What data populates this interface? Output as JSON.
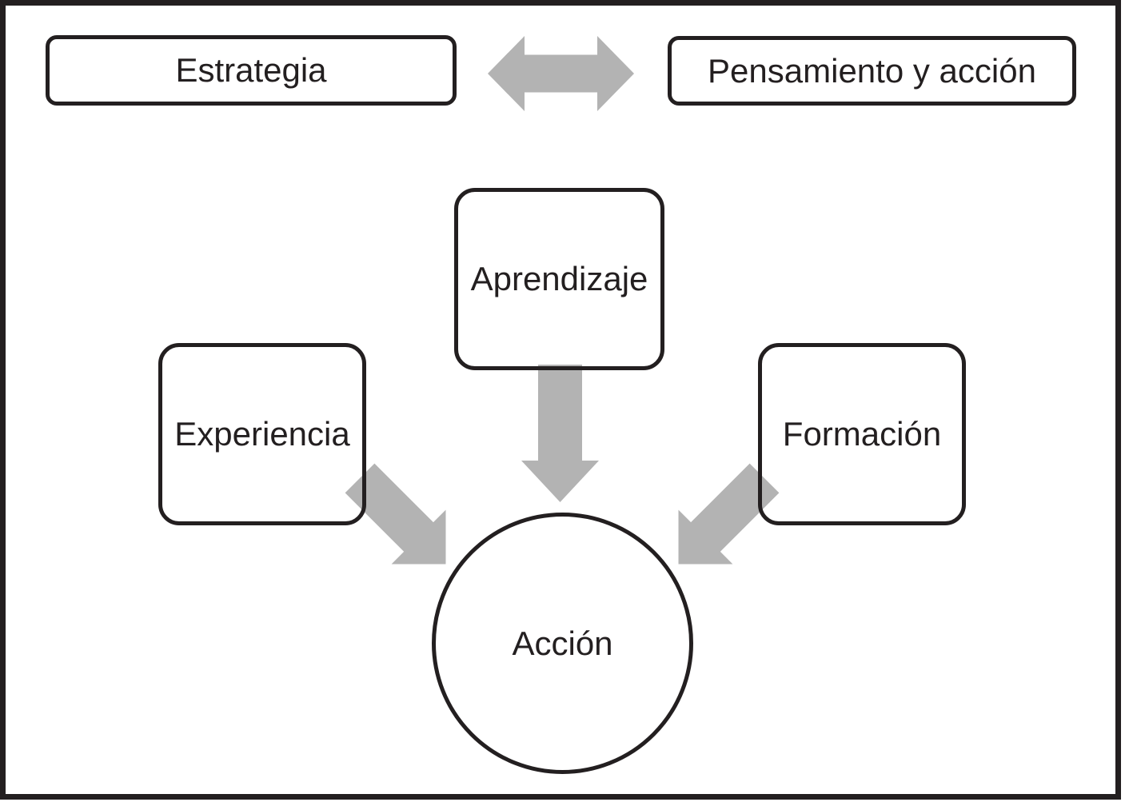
{
  "figure": {
    "top_left_box": {
      "label": "Estrategia"
    },
    "top_right_box": {
      "label": "Pensamiento y acción"
    },
    "center_box": {
      "label": "Aprendizaje"
    },
    "left_box": {
      "label": "Experiencia"
    },
    "right_box": {
      "label": "Formación"
    },
    "center_circle": {
      "label": "Acción"
    }
  },
  "colors": {
    "arrow_gray": "#b3b3b3",
    "line_black": "#231f20",
    "background": "#ffffff"
  }
}
